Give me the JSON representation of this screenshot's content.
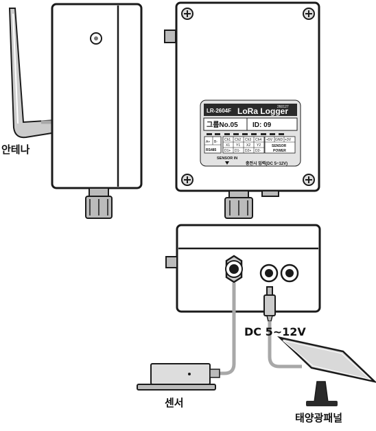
{
  "labels": {
    "antenna": "안테나",
    "sensor": "센서",
    "solar_panel": "태양광패널",
    "dc_input": "DC 5~12V"
  },
  "device_label": {
    "model": "LR-2604F",
    "serial": "260127",
    "brand": "LoRa Logger",
    "group": "그룹No.05",
    "id": "ID: 09",
    "rs485_row1": [
      "A+",
      "B-"
    ],
    "rs485_name": "RS485",
    "channels": [
      "Ch1",
      "Ch2",
      "Ch3",
      "Ch4"
    ],
    "channel_x": [
      "X1",
      "Y1",
      "X2",
      "Y2"
    ],
    "channel_d": [
      "D1+",
      "D1-",
      "D2+",
      "D2-"
    ],
    "power_pins": [
      "+5V",
      "GND",
      "+3V"
    ],
    "power_name_1": "SENSOR",
    "power_name_2": "POWER",
    "sensor_in": "SENSOR IN",
    "charge_input": "충전시 입력(DC 5~12V)"
  },
  "colors": {
    "outline": "#1a1a1a",
    "cable": "#a8a8a8",
    "body": "#ffffff",
    "label_bg": "#e6e6e6",
    "panel_fill": "#cfcfcf",
    "dark": "#333333"
  }
}
